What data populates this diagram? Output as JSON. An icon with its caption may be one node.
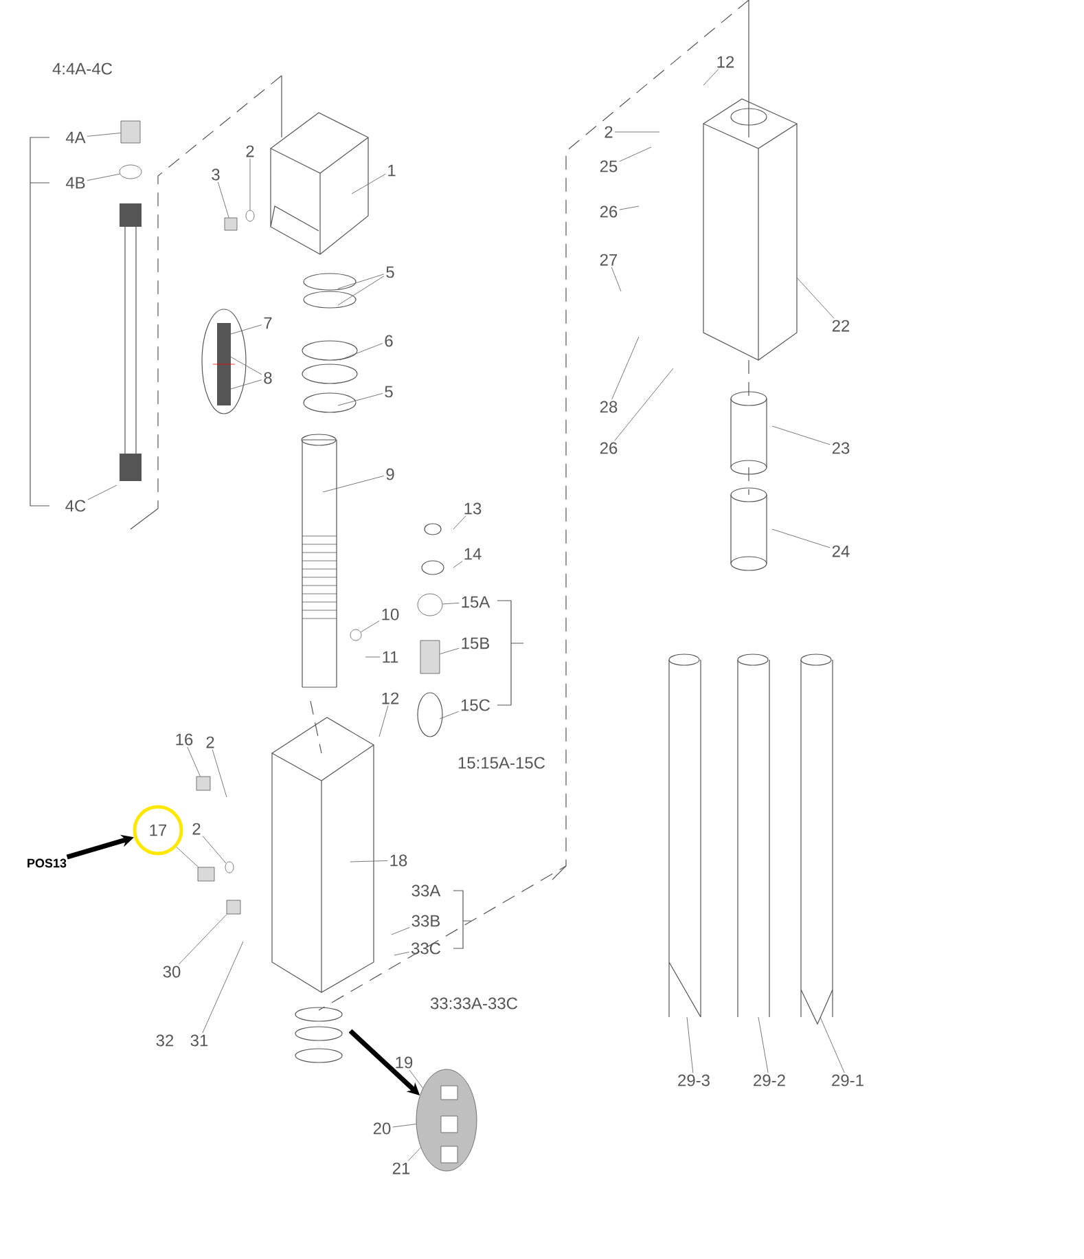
{
  "diagram": {
    "nodes": [
      {
        "text": [
          "4A"
        ]
      },
      {
        "text": [
          "4B"
        ]
      },
      {
        "text": [
          "3"
        ]
      },
      {
        "text": [
          "2"
        ]
      },
      {
        "text": [
          "1"
        ]
      },
      {
        "text": [
          "12"
        ]
      },
      {
        "text": [
          "2"
        ]
      },
      {
        "text": [
          "25"
        ]
      },
      {
        "text": [
          "26"
        ]
      },
      {
        "text": [
          "27"
        ]
      },
      {
        "text": [
          "22"
        ]
      },
      {
        "text": [
          "5"
        ]
      },
      {
        "text": [
          "7"
        ]
      },
      {
        "text": [
          "6"
        ]
      },
      {
        "text": [
          "8"
        ]
      },
      {
        "text": [
          "5"
        ]
      },
      {
        "text": [
          "28"
        ]
      },
      {
        "text": [
          "26"
        ]
      },
      {
        "text": [
          "23"
        ]
      },
      {
        "text": [
          "9"
        ]
      },
      {
        "text": [
          "4C"
        ]
      },
      {
        "text": [
          "13"
        ]
      },
      {
        "text": [
          "24"
        ]
      },
      {
        "text": [
          "14"
        ]
      },
      {
        "text": [
          "15A"
        ]
      },
      {
        "text": [
          "10"
        ]
      },
      {
        "text": [
          "15B"
        ]
      },
      {
        "text": [
          "11"
        ]
      },
      {
        "text": [
          "12"
        ]
      },
      {
        "text": [
          "15C"
        ]
      },
      {
        "text": [
          "16"
        ]
      },
      {
        "text": [
          "2"
        ]
      },
      {
        "text": [
          "17"
        ]
      },
      {
        "text": [
          "2"
        ]
      },
      {
        "text": [
          "POS13"
        ]
      },
      {
        "text": [
          "18"
        ]
      },
      {
        "text": [
          "33B"
        ]
      },
      {
        "text": [
          "33C"
        ]
      },
      {
        "text": [
          "30"
        ]
      },
      {
        "text": [
          "31"
        ]
      },
      {
        "text": [
          "19"
        ]
      },
      {
        "text": [
          "20"
        ]
      },
      {
        "text": [
          "21"
        ]
      },
      {
        "text": [
          "29-3"
        ]
      },
      {
        "text": [
          "29-2"
        ]
      },
      {
        "text": [
          "29-1"
        ]
      },
      {
        "text": [],
        "shape": "picture"
      },
      {
        "text": [],
        "shape": "box"
      },
      {
        "text": [],
        "shape": "circle"
      },
      {
        "text": [],
        "shape": "box"
      },
      {
        "text": [],
        "shape": "circle"
      },
      {
        "text": [],
        "shape": "circle"
      },
      {
        "text": [],
        "shape": "box"
      },
      {
        "text": [],
        "shape": "box"
      },
      {
        "text": [],
        "shape": "box"
      },
      {
        "text": [],
        "shape": "box"
      },
      {
        "text": [],
        "shape": "circle"
      },
      {
        "text": [],
        "shape": "circle"
      }
    ],
    "edges": [
      {
        "from": 0,
        "to": 47,
        "arrow": "none"
      },
      {
        "from": 1,
        "to": 48,
        "arrow": "none"
      },
      {
        "from": 2,
        "to": 49,
        "arrow": "none"
      },
      {
        "from": 3,
        "to": 56,
        "arrow": "none"
      },
      {
        "from": 4,
        "to": null,
        "arrow": "none"
      },
      {
        "from": 5,
        "to": null,
        "arrow": "none"
      },
      {
        "from": 6,
        "to": null,
        "arrow": "none"
      },
      {
        "from": 7,
        "to": null,
        "arrow": "none"
      },
      {
        "from": 8,
        "to": null,
        "arrow": "none"
      },
      {
        "from": 9,
        "to": null,
        "arrow": "none"
      },
      {
        "from": 10,
        "to": null,
        "arrow": "none"
      },
      {
        "from": 11,
        "to": null,
        "arrow": "none"
      },
      {
        "from": 11,
        "to": null,
        "arrow": "none"
      },
      {
        "from": 12,
        "to": null,
        "arrow": "none"
      },
      {
        "from": 13,
        "to": null,
        "arrow": "none"
      },
      {
        "from": 14,
        "to": null,
        "arrow": "none"
      },
      {
        "from": 14,
        "to": null,
        "arrow": "none"
      },
      {
        "from": 15,
        "to": null,
        "arrow": "none"
      },
      {
        "from": 16,
        "to": null,
        "arrow": "none"
      },
      {
        "from": 17,
        "to": null,
        "arrow": "none"
      },
      {
        "from": 18,
        "to": null,
        "arrow": "none"
      },
      {
        "from": 19,
        "to": null,
        "arrow": "none"
      },
      {
        "from": 20,
        "to": null,
        "arrow": "none"
      },
      {
        "from": 21,
        "to": null,
        "arrow": "none"
      },
      {
        "from": 22,
        "to": null,
        "arrow": "none"
      },
      {
        "from": 23,
        "to": null,
        "arrow": "none"
      },
      {
        "from": 24,
        "to": 51,
        "arrow": "none"
      },
      {
        "from": 25,
        "to": 50,
        "arrow": "none"
      },
      {
        "from": 26,
        "to": 52,
        "arrow": "none"
      },
      {
        "from": 27,
        "to": null,
        "arrow": "none"
      },
      {
        "from": 28,
        "to": null,
        "arrow": "none"
      },
      {
        "from": 29,
        "to": null,
        "arrow": "none"
      },
      {
        "from": 30,
        "to": 53,
        "arrow": "none"
      },
      {
        "from": 31,
        "to": null,
        "arrow": "none"
      },
      {
        "from": 32,
        "to": 54,
        "arrow": "none"
      },
      {
        "from": 33,
        "to": 57,
        "arrow": "none"
      },
      {
        "from": 35,
        "to": null,
        "arrow": "none"
      },
      {
        "from": 36,
        "to": null,
        "arrow": "none"
      },
      {
        "from": 37,
        "to": null,
        "arrow": "none"
      },
      {
        "from": 38,
        "to": 55,
        "arrow": "none"
      },
      {
        "from": 39,
        "to": null,
        "arrow": "none"
      },
      {
        "from": 40,
        "to": 46,
        "arrow": "none"
      },
      {
        "from": 41,
        "to": 46,
        "arrow": "none"
      },
      {
        "from": 42,
        "to": 46,
        "arrow": "none"
      },
      {
        "from": 43,
        "to": null,
        "arrow": "none"
      },
      {
        "from": 44,
        "to": null,
        "arrow": "none"
      },
      {
        "from": 45,
        "to": null,
        "arrow": "none"
      },
      {
        "from": 34,
        "to": 32,
        "arrow": "to",
        "style": "thick"
      },
      {
        "from": null,
        "to": 46,
        "arrow": "to",
        "style": "thick"
      }
    ],
    "labels": [
      "4:4A-4C",
      "15:15A-15C",
      "33A",
      "32",
      "33:33A-33C"
    ]
  }
}
